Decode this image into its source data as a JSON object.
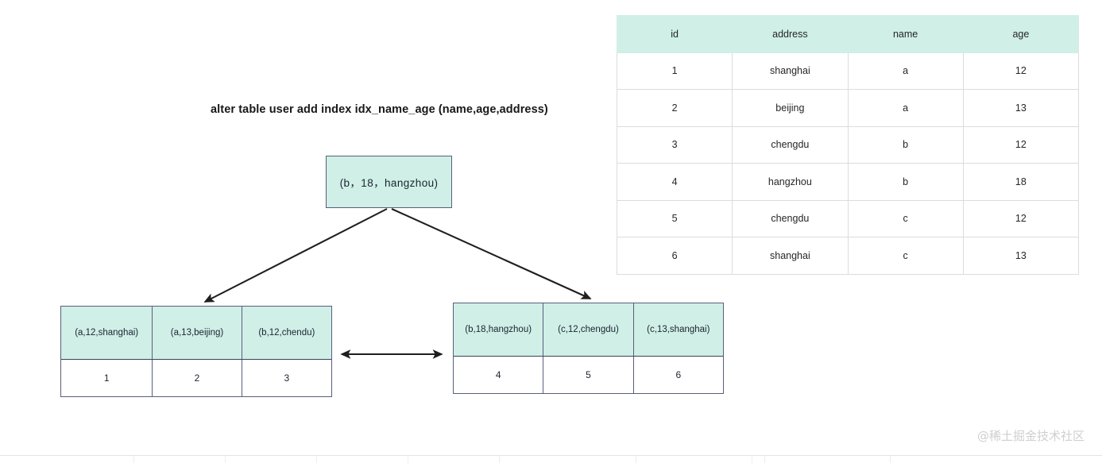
{
  "diagram": {
    "title": "alter table user add index idx_name_age (name,age,address)",
    "root_node": {
      "label": "(b，18，hangzhou)"
    },
    "leaf_left": {
      "keys": [
        "(a,12,shanghai)",
        "(a,13,beijing)",
        "(b,12,chendu)"
      ],
      "ids": [
        "1",
        "2",
        "3"
      ]
    },
    "leaf_right": {
      "keys": [
        "(b,18,hangzhou)",
        "(c,12,chengdu)",
        "(c,13,shanghai)"
      ],
      "ids": [
        "4",
        "5",
        "6"
      ]
    },
    "colors": {
      "node_fill": "#cfefe7",
      "node_border": "#5a5f7a",
      "arrow": "#1f1f1f",
      "table_header_fill": "#cfefe7",
      "table_border": "#dcdcdc"
    }
  },
  "data_table": {
    "columns": [
      "id",
      "address",
      "name",
      "age"
    ],
    "rows": [
      [
        "1",
        "shanghai",
        "a",
        "12"
      ],
      [
        "2",
        "beijing",
        "a",
        "13"
      ],
      [
        "3",
        "chengdu",
        "b",
        "12"
      ],
      [
        "4",
        "hangzhou",
        "b",
        "18"
      ],
      [
        "5",
        "chengdu",
        "c",
        "12"
      ],
      [
        "6",
        "shanghai",
        "c",
        "13"
      ]
    ]
  },
  "watermark": {
    "text": "@稀土掘金技术社区"
  }
}
